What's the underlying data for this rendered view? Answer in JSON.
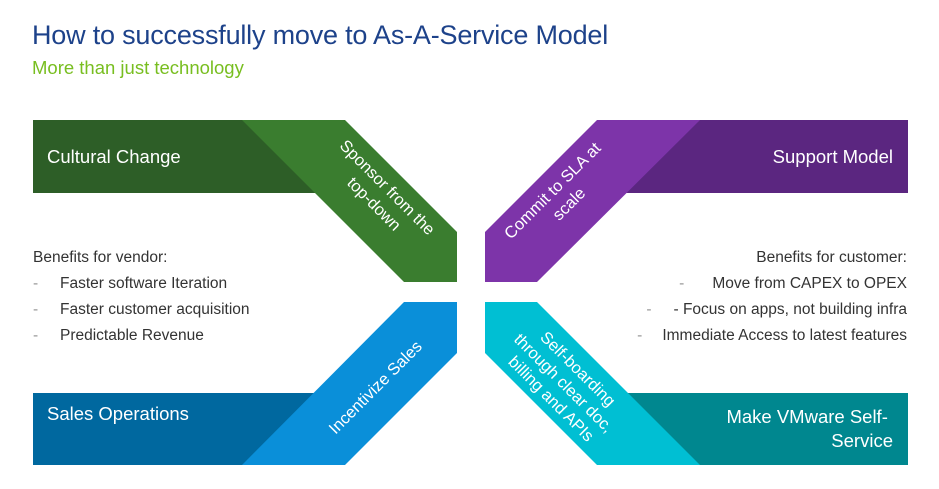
{
  "header": {
    "title": "How to successfully move to As-A-Service Model",
    "subtitle": "More than just technology"
  },
  "quadrants": {
    "top_left": {
      "label": "Cultural Change",
      "band_lines": [
        "Sponsor from the",
        "top-down"
      ],
      "color_dark": "#2d5e27",
      "color_light": "#3a7d2f"
    },
    "top_right": {
      "label": "Support Model",
      "band_lines": [
        "Commit to SLA at",
        "scale"
      ],
      "color_dark": "#5b2680",
      "color_light": "#7d34a9"
    },
    "bottom_left": {
      "label": "Sales Operations",
      "band_lines": [
        "Incentivize Sales"
      ],
      "color_dark": "#00689f",
      "color_light": "#0a8fd9"
    },
    "bottom_right": {
      "label_lines": [
        "Make VMware Self-",
        "Service"
      ],
      "band_lines": [
        "Self-boarding",
        "through clear doc,",
        "billing and APIs"
      ],
      "color_dark": "#00878f",
      "color_light": "#00bfd3"
    }
  },
  "benefits_vendor": {
    "heading": "Benefits for vendor:",
    "items": [
      "Faster software Iteration",
      "Faster customer acquisition",
      "Predictable Revenue"
    ],
    "bullet": "-"
  },
  "benefits_customer": {
    "heading": "Benefits for customer:",
    "items": [
      "Move from CAPEX to OPEX",
      "- Focus on apps, not building infra",
      "Immediate Access to latest features"
    ],
    "bullet": "-"
  }
}
